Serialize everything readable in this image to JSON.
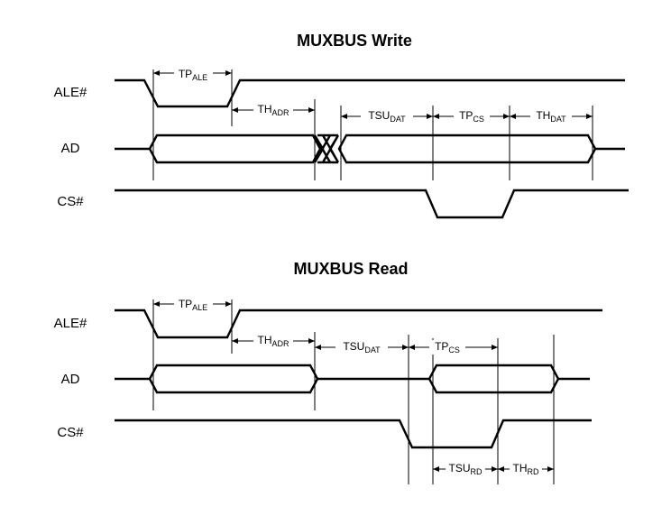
{
  "diagrams": [
    {
      "title": "MUXBUS Write",
      "signals": {
        "ale": "ALE#",
        "ad": "AD",
        "cs": "CS#"
      },
      "params": [
        {
          "main": "TP",
          "sub": "ALE"
        },
        {
          "main": "TH",
          "sub": "ADR"
        },
        {
          "main": "TSU",
          "sub": "DAT"
        },
        {
          "main": "TP",
          "sub": "CS"
        },
        {
          "main": "TH",
          "sub": "DAT"
        }
      ]
    },
    {
      "title": "MUXBUS Read",
      "signals": {
        "ale": "ALE#",
        "ad": "AD",
        "cs": "CS#"
      },
      "params": [
        {
          "main": "TP",
          "sub": "ALE"
        },
        {
          "main": "TH",
          "sub": "ADR"
        },
        {
          "main": "TSU",
          "sub": "DAT"
        },
        {
          "main": "TP",
          "sub": "CS"
        },
        {
          "main": "TSU",
          "sub": "RD"
        },
        {
          "main": "TH",
          "sub": "RD"
        }
      ]
    }
  ]
}
